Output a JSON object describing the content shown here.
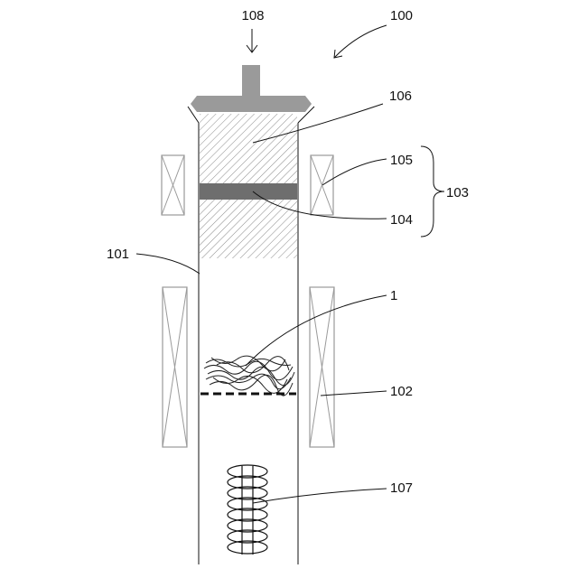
{
  "labels": {
    "apparatus": "100",
    "inlet": "108",
    "upper_member": "106",
    "coil": "105",
    "unit": "103",
    "band": "104",
    "tube": "101",
    "material": "1",
    "heater": "102",
    "spring": "107"
  },
  "colors": {
    "line": "#111111",
    "cap_gray": "#9a9a9a",
    "band_gray": "#6e6e6e",
    "hatch_gray": "#8c8c8c",
    "coil_box_gray": "#9a9a9a",
    "background": "#ffffff"
  }
}
